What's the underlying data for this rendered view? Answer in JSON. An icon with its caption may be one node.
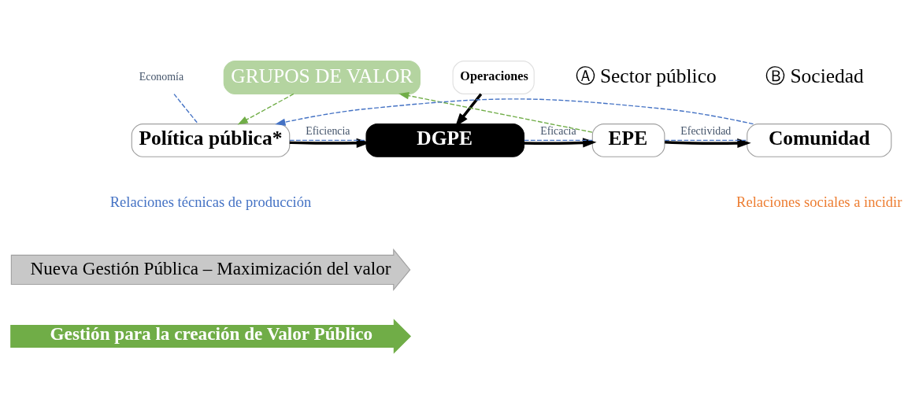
{
  "diagram": {
    "nodes": [
      {
        "text": [
          "GRUPOS DE VALOR"
        ]
      },
      {
        "text": [
          "Operaciones"
        ]
      },
      {
        "text": [
          "Economía"
        ]
      },
      {
        "text": [
          "Política pública*"
        ]
      },
      {
        "text": [
          "DGPE"
        ]
      },
      {
        "text": [
          "EPE"
        ]
      },
      {
        "text": [
          "Comunidad"
        ]
      },
      {
        "text": [
          "Nueva Gestión Pública – Maximización del valor"
        ]
      },
      {
        "text": [
          "Gestión para la creación de Valor Público"
        ]
      }
    ],
    "edges": [
      {
        "from": 0,
        "to": 3,
        "arrow": "to",
        "style": "dashed",
        "color": "#70ad47"
      },
      {
        "from": 5,
        "to": 0,
        "arrow": "to",
        "style": "dashed",
        "color": "#70ad47"
      },
      {
        "from": 2,
        "to": 3,
        "arrow": "none",
        "style": "dashed",
        "color": "#4472c4"
      },
      {
        "from": 3,
        "to": 4,
        "arrow": "to",
        "style": "thick",
        "color": "#000000"
      },
      {
        "from": 1,
        "to": 4,
        "arrow": "to",
        "style": "thick",
        "color": "#000000"
      },
      {
        "from": 3,
        "to": 4,
        "arrow": "none",
        "label": "Eficiencia",
        "style": "dashed",
        "color": "#4472c4"
      },
      {
        "from": 4,
        "to": 5,
        "arrow": "to",
        "style": "thick",
        "color": "#000000"
      },
      {
        "from": 4,
        "to": 5,
        "arrow": "none",
        "label": "Eficacia",
        "style": "dashed",
        "color": "#4472c4"
      },
      {
        "from": 5,
        "to": 6,
        "arrow": "to",
        "style": "thick",
        "color": "#000000"
      },
      {
        "from": 5,
        "to": 6,
        "arrow": "none",
        "label": "Efectividad",
        "style": "dashed",
        "color": "#4472c4"
      },
      {
        "from": 6,
        "to": 3,
        "arrow": "to",
        "style": "dashed",
        "color": "#4472c4"
      }
    ],
    "labels": [
      "Ⓐ Sector público",
      "Ⓑ Sociedad",
      "Relaciones técnicas de producción",
      "Relaciones sociales a incidir"
    ]
  }
}
